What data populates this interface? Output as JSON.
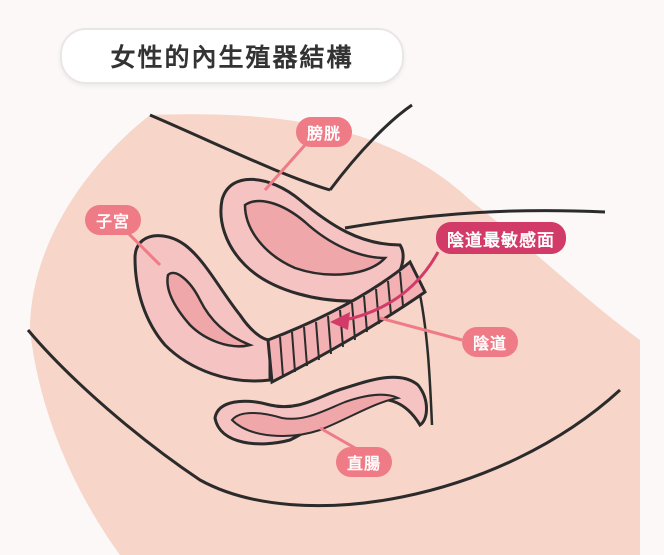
{
  "title": "女性的內生殖器結構",
  "labels": {
    "bladder": "膀胱",
    "uterus": "子宮",
    "sensitive_area": "陰道最敏感面",
    "vagina": "陰道",
    "rectum": "直腸"
  },
  "colors": {
    "label_pink": "#ee7b86",
    "label_magenta": "#d23a68",
    "skin": "#f7d5c8",
    "organ": "#f6c3c3",
    "outline": "#2b2b2b"
  }
}
